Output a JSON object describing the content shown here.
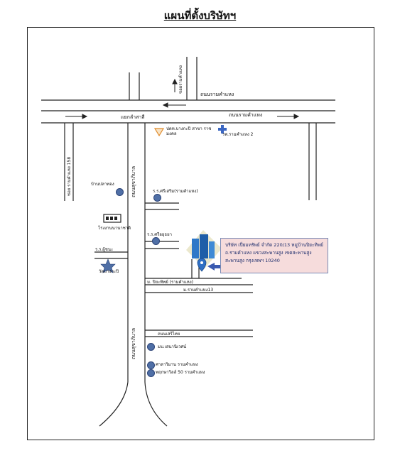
{
  "title": "แผนที่ตั้งบริษัทฯ",
  "roads": {
    "ramkhamhaeng_top": "ถนนรามคำแหง",
    "ramkhamhaeng_main": "ถนนรามคำแหง",
    "intersection": "แยกลำสาลี",
    "side_top": "ซอยรามคำแหง",
    "soi_158": "ซอย รามคำแหง 158",
    "main_vertical": "ถนนสุขาภิบาล",
    "main_vertical_lower": "ถนนสุขาภิบาล",
    "soi_left": "ร.ร.ผู้ชนะ",
    "soi_13": "ม.รามคำแหง13",
    "soi_company": "ม. ปิยะทิพย์ (รามคำแหง)",
    "soi_lower": "ถนนเสรีไทย"
  },
  "pois": {
    "gas_station": "ปตท.บางกะปิ สาขา ราชมงคล",
    "hospital": "รพ.รามคำแหง 2",
    "shop_left": "บ้านปลาทอง",
    "school_1": "ร.ร.ศรีเสริม(รามคำแหง)",
    "factory": "โรงงานนานาชาติ",
    "school_2": "ร.ร.ศรีอยุธยา",
    "temple": "วัดบางกะปิ",
    "village_1": "มบ.เสนานิเวศน์",
    "village_2": "ศาลาวิมาน รามคำแหง",
    "village_3": "พฤกษาวิลล์ 50 รามคำแหง"
  },
  "company": {
    "line1": "บริษัท เปี่ยมทรัพย์ จำกัด 220/13 หมู่บ้านปิยะทิพย์",
    "line2": "ถ.รามคำแหง แขวงสะพานสูง เขตสะพานสูง",
    "line3": "สะพานสูง กรุงเทพฯ 10240"
  },
  "colors": {
    "poi_fill": "#4f6fa6",
    "callout_bg": "#f6dcdc",
    "callout_border": "#7a8ab5",
    "building": "#2f78c8",
    "hospital_cross": "#3a66c2",
    "gas_marker": "#e08a2a"
  },
  "icons": {
    "building": "office-building-icon",
    "pin": "location-pin-icon",
    "hospital": "medical-cross-icon",
    "gas": "triangle-marker-icon",
    "temple": "star-marker-icon",
    "factory": "factory-icon"
  }
}
